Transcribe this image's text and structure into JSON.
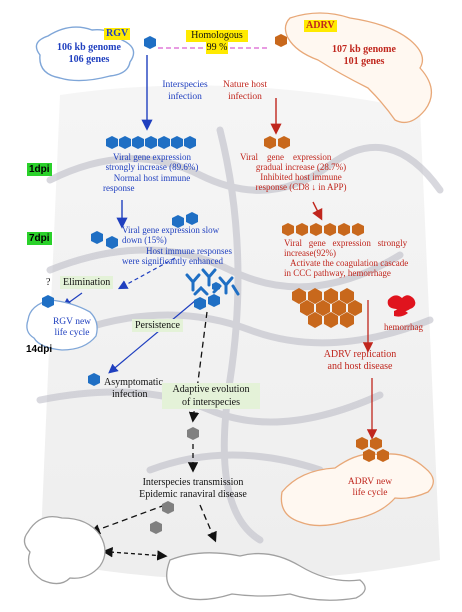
{
  "left_virus": {
    "name": "RGV",
    "genome": "106 kb genome",
    "genes": "106 genes",
    "color": "#1f6fc4"
  },
  "right_virus": {
    "name": "ADRV",
    "genome": "107 kb genome",
    "genes": "101 genes",
    "color": "#c8681c"
  },
  "homology": {
    "label": "Homologous",
    "percent": "99 %"
  },
  "infection": {
    "left_label_1": "Interspecies",
    "left_label_2": "infection",
    "right_label_1": "Nature host",
    "right_label_2": "infection"
  },
  "timepoints": {
    "d1": "1dpi",
    "d7": "7dpi",
    "d14": "14dpi"
  },
  "left_1dpi": {
    "line1": "Viral gene expression",
    "line2": "strongly increase (89.6%)",
    "line3": "Normal host immune",
    "line4": "response"
  },
  "right_1dpi": {
    "line1": "Viral    gene    expression",
    "line2": "gradual increase (28.7%)",
    "line3": "Inhibited host immune",
    "line4": "response (CD8 ↓ in APP)"
  },
  "left_7dpi": {
    "line1": "Viral gene expression slow",
    "line2": "down (15%)",
    "line3": "Host immune responses",
    "line4": "were significantly enhanced"
  },
  "right_7dpi": {
    "line1": "Viral   gene   expression   strongly",
    "line2": "increase(92%)",
    "line3": "Activate the coagulation cascade",
    "line4": "in CCC pathway, hemorrhage"
  },
  "outcomes": {
    "elimination_q": "?",
    "elimination": "Elimination",
    "rgv_cycle_1": "RGV new",
    "rgv_cycle_2": "life cycle",
    "persistence": "Persistence",
    "asymptomatic_1": "Asymptomatic",
    "asymptomatic_2": "infection",
    "adaptive_1": "Adaptive evolution",
    "adaptive_2": "of interspecies",
    "hemorrhag": "hemorrhag",
    "adrv_replication_1": "ADRV replication",
    "adrv_replication_2": "and host disease",
    "adrv_cycle_1": "ADRV new",
    "adrv_cycle_2": "life cycle",
    "transmission_1": "Interspecies transmission",
    "transmission_2": "Epidemic ranaviral disease"
  },
  "colors": {
    "blue_virus": "#1f6fc4",
    "orange_virus": "#c8681c",
    "grey_virus": "#808080",
    "blue_text": "#1f3fbf",
    "red_text": "#c0261d",
    "green_label": "#2ad12a",
    "yellow_label": "#ffea00",
    "pink_dashed": "#e07ad8",
    "hemorrhage_red": "#e0141e"
  }
}
